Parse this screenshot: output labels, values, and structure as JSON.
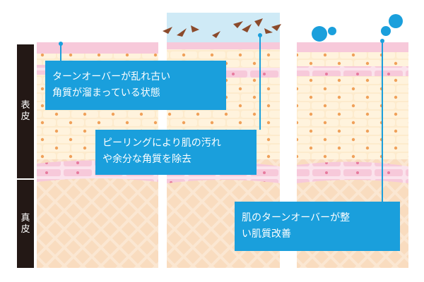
{
  "layers": {
    "epidermis_label": "表皮",
    "dermis_label": "真皮"
  },
  "callouts": [
    {
      "line1": "ターンオーバーが乱れ古い",
      "line2": "角質が溜まっている状態"
    },
    {
      "line1": "ピーリングにより肌の汚れ",
      "line2": "や余分な角質を除去"
    },
    {
      "line1": "肌のターンオーバーが整",
      "line2": "い肌質改善"
    }
  ],
  "colors": {
    "accent": "#1a9fdc",
    "dermis": "#f9dcbf",
    "epidermis_cells": "#fdebcd",
    "cell_nucleus": "#f0a15a",
    "pink_layer": "#f7c9da",
    "label_bar": "#231815",
    "peel_sky": "#cfeaf6",
    "flakes": "#8b4a2b"
  }
}
